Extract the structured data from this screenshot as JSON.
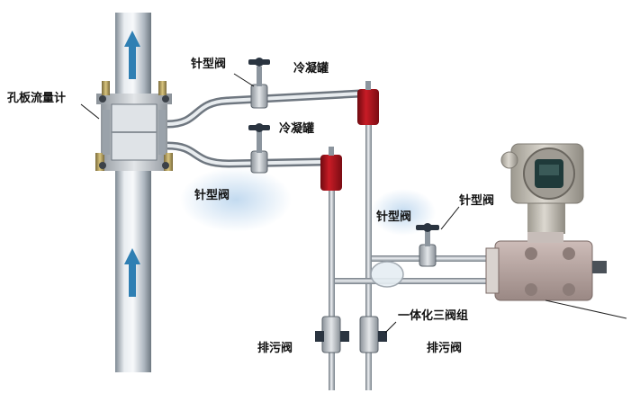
{
  "labels": {
    "orifice_meter": "孔板流量计",
    "needle_valve_upper": "针型阀",
    "condenser_upper": "冷凝罐",
    "condenser_lower": "冷凝罐",
    "needle_valve_left": "针型阀",
    "needle_valve_middle": "针型阀",
    "needle_valve_right": "针型阀",
    "three_valve_manifold": "一体化三阀组",
    "drain_valve_left": "排污阀",
    "drain_valve_right": "排污阀"
  },
  "colors": {
    "pipe": "#c9cfd6",
    "flow_arrow": "#2f7fb3",
    "condenser": "#b0141e",
    "valve_handle": "#2a3440",
    "transmitter_body": "#b6b2aa",
    "manifold": "#b8a6a2",
    "display": "#1f3a3a",
    "haze": "#c9dff2"
  },
  "icons": [
    "flow-arrow-icon",
    "valve-handwheel-icon"
  ]
}
